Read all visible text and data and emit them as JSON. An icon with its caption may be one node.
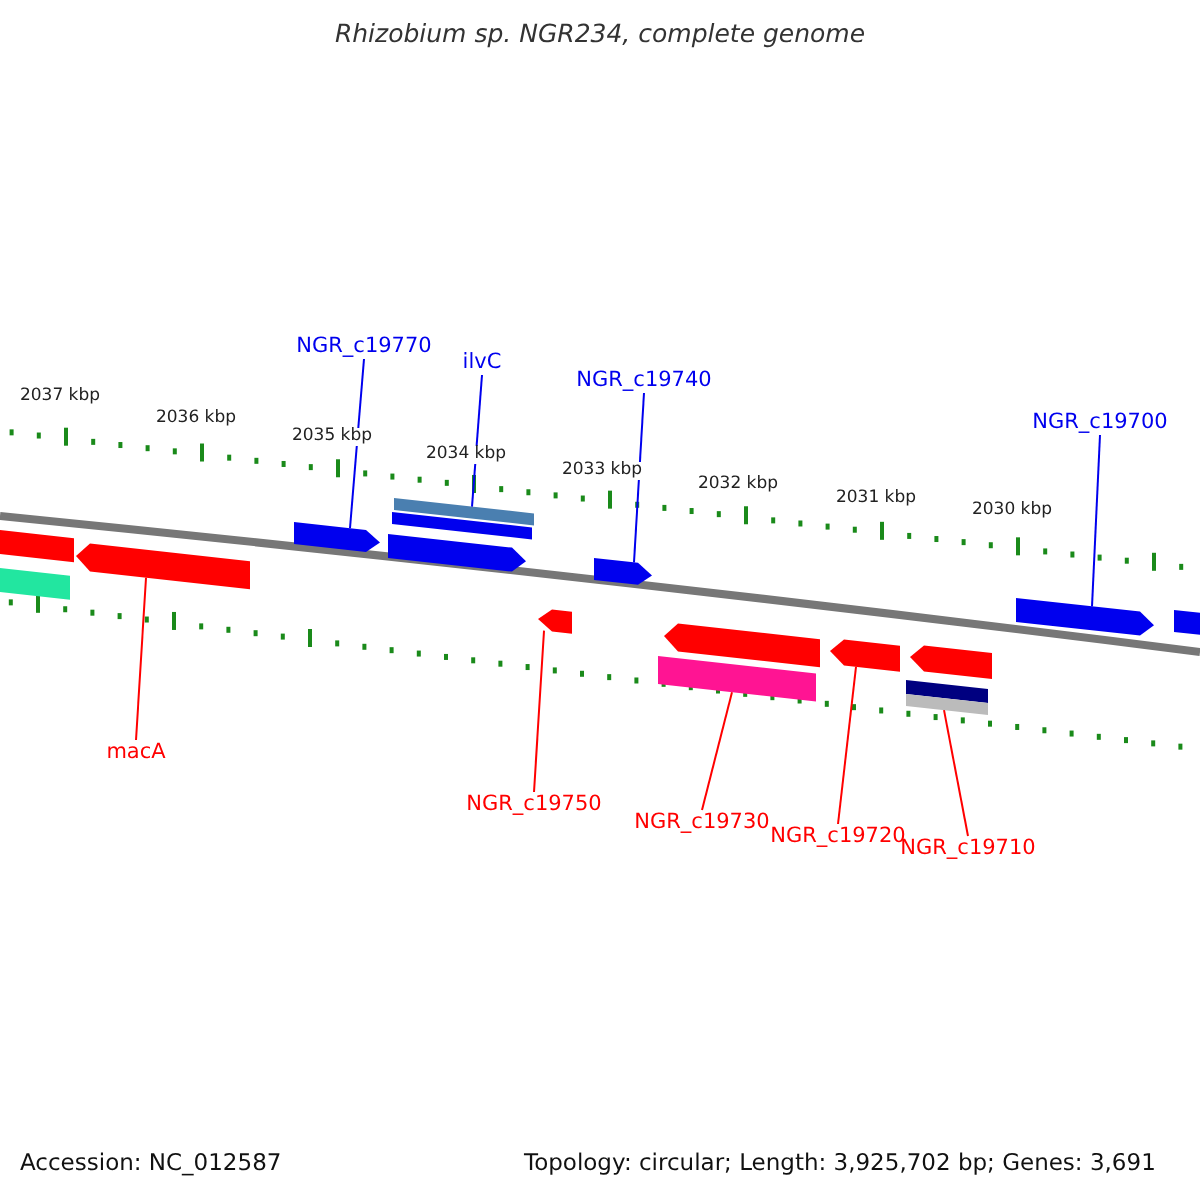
{
  "diagram": {
    "title": "Rhizobium sp. NGR234, complete genome",
    "nodes": [
      {
        "text": [
          "NGR_c19770"
        ]
      },
      {
        "text": [
          "ilvC"
        ]
      },
      {
        "text": [
          "NGR_c19740"
        ]
      },
      {
        "text": [
          "NGR_c19700"
        ]
      },
      {
        "text": [
          "macA"
        ]
      },
      {
        "text": [
          "NGR_c19750"
        ]
      },
      {
        "text": [
          "NGR_c19730"
        ]
      },
      {
        "text": [
          "NGR_c19720"
        ]
      },
      {
        "text": [
          "NGR_c19710"
        ]
      },
      {
        "text": [],
        "shape": "bar"
      },
      {
        "text": [],
        "shape": "bar"
      },
      {
        "text": [],
        "shape": "pentagon"
      },
      {
        "text": [],
        "shape": "pentagon"
      },
      {
        "text": [],
        "shape": "pentagon"
      },
      {
        "text": [],
        "shape": "bar"
      },
      {
        "text": [],
        "shape": "bar"
      },
      {
        "text": [],
        "shape": "pentagon"
      },
      {
        "text": [],
        "shape": "pentagon"
      },
      {
        "text": [],
        "shape": "bar"
      },
      {
        "text": [],
        "shape": "pentagon"
      },
      {
        "text": [],
        "shape": "pentagon"
      },
      {
        "text": [],
        "shape": "bar"
      },
      {
        "text": [],
        "shape": "pentagon"
      },
      {
        "text": [],
        "shape": "pentagon"
      },
      {
        "text": [],
        "shape": "bar"
      }
    ],
    "edges": [
      {
        "from": 0,
        "to": 12,
        "arrow": "none",
        "color": "#0000ee"
      },
      {
        "from": 1,
        "to": 15,
        "arrow": "none",
        "color": "#0000ee"
      },
      {
        "from": 2,
        "to": 17,
        "arrow": "none",
        "color": "#0000ee"
      },
      {
        "from": 3,
        "to": 23,
        "arrow": "none",
        "color": "#0000ee"
      },
      {
        "from": 4,
        "to": 11,
        "arrow": "none",
        "color": "#ff0000"
      },
      {
        "from": 5,
        "to": 16,
        "arrow": "none",
        "color": "#ff0000"
      },
      {
        "from": 6,
        "to": 18,
        "arrow": "none",
        "color": "#ff0000"
      },
      {
        "from": 7,
        "to": 20,
        "arrow": "none",
        "color": "#ff0000"
      },
      {
        "from": 8,
        "to": 21,
        "arrow": "none",
        "color": "#ff0000"
      }
    ],
    "labels": [
      "2037 kbp",
      "2036 kbp",
      "2035 kbp",
      "2034 kbp",
      "2033 kbp",
      "2032 kbp",
      "2031 kbp",
      "2030 kbp",
      "Accession: NC_012587",
      "Topology: circular; Length: 3,925,702 bp; Genes: 3,691"
    ]
  }
}
